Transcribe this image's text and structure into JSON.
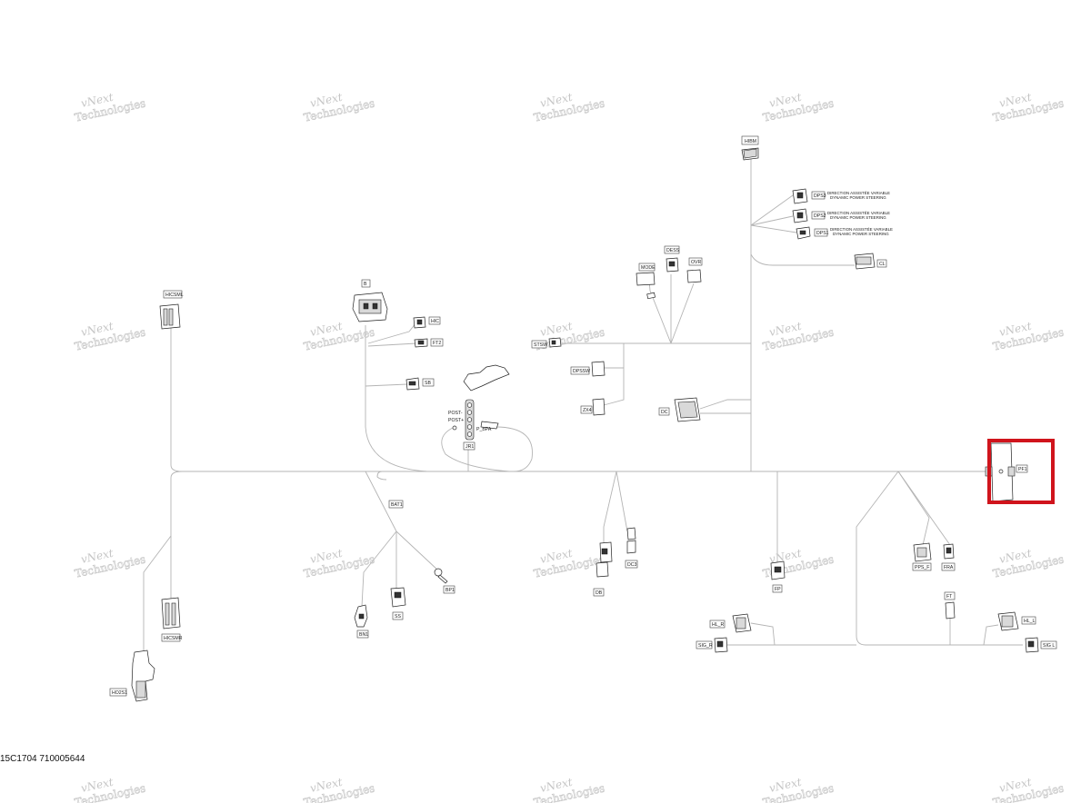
{
  "watermark": {
    "line1": "vNext",
    "line2": "Technologies"
  },
  "connectors": {
    "HIBM": "HIBM",
    "DPS3": "DPS3",
    "DPS2": "DPS2",
    "DPS1": "DPS1",
    "CL": "CL",
    "DESS": "DESS",
    "MODE": "MODE",
    "OVR": "OVR",
    "B": "B",
    "HIC": "HIC",
    "FT2": "FT2",
    "SB": "SB",
    "HICSML": "HICSML",
    "STSW": "STSW",
    "DPSSW": "DPSSW",
    "ZX4": "ZX4",
    "DC": "DC",
    "POST_NEG": "POST-",
    "POST_POS": "POST+",
    "P_BPA": "P_BPA",
    "JR1": "JR1",
    "PF1": "PF1",
    "BAT1": "BAT1",
    "HICSMR": "HICSMR",
    "HO2S1": "HO2S1",
    "BN1": "BN1",
    "SS": "SS",
    "BP1": "BP1",
    "DB": "DB",
    "DC3": "DC3",
    "FP": "FP",
    "PPS_F": "PPS_F",
    "FRA": "FRA",
    "FT": "FT",
    "HL_R": "HL_R",
    "SIG_R": "SIG_R",
    "HL_L": "HL_L",
    "SIG_L": "SIG L"
  },
  "descriptions": {
    "dps_line1": "DIRECTION ASSISTÉE VARIABLE",
    "dps_line2": "DYNAMIC POWER STEERING"
  },
  "footer": {
    "code": "15C1704",
    "part_number": "710005644"
  },
  "highlight": {
    "target": "PF1",
    "color": "#d0141c"
  }
}
